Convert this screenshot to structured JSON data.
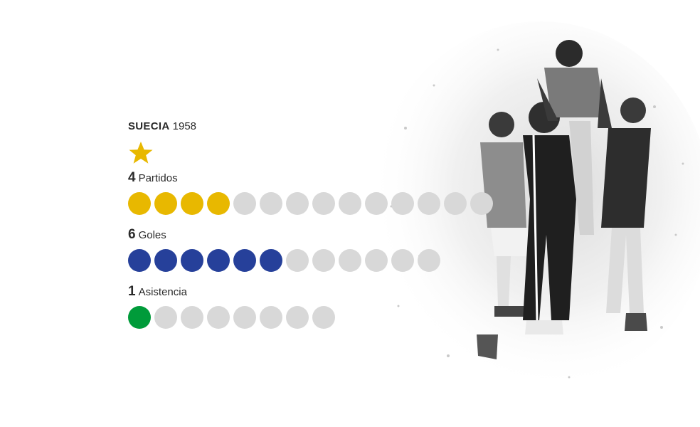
{
  "tournament": {
    "country": "SUECIA",
    "year": "1958",
    "titles_won": 1,
    "star_icon": "star-icon"
  },
  "stats": [
    {
      "id": "partidos",
      "number": "4",
      "label": "Partidos",
      "value": 4,
      "total": 14,
      "color": "#e8b800"
    },
    {
      "id": "goles",
      "number": "6",
      "label": "Goles",
      "value": 6,
      "total": 12,
      "color": "#26409a"
    },
    {
      "id": "asistencia",
      "number": "1",
      "label": "Asistencia",
      "value": 1,
      "total": 8,
      "color": "#009b3a"
    }
  ],
  "colors": {
    "inactive_dot": "#d8d8d8",
    "star": "#e8b800"
  }
}
